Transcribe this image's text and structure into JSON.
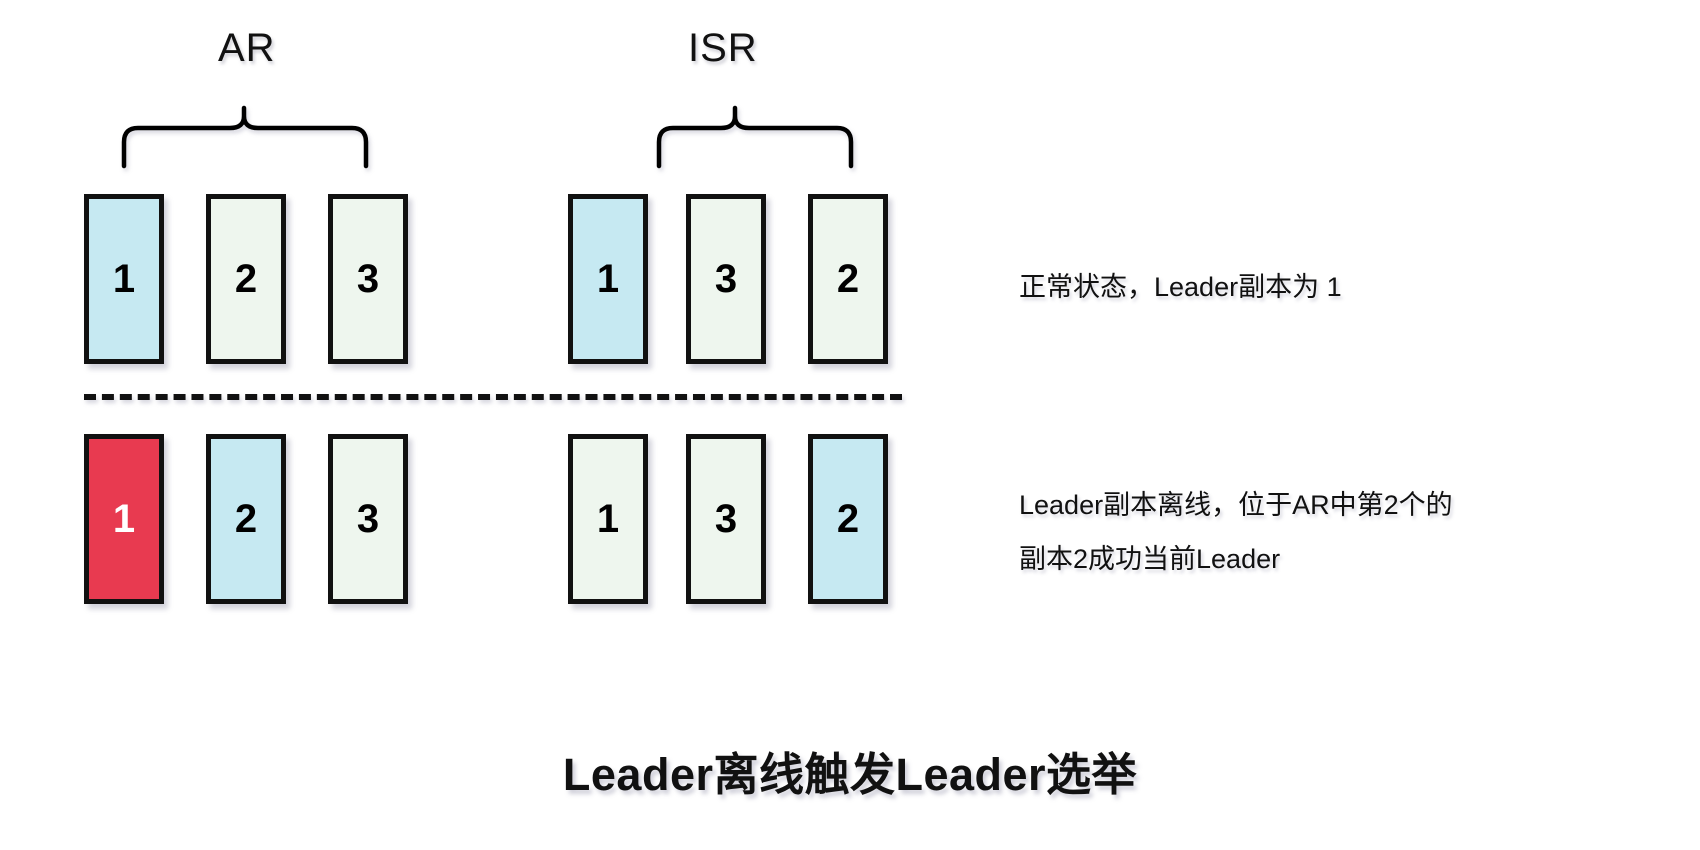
{
  "groups": [
    {
      "id": "ar",
      "label": "AR"
    },
    {
      "id": "isr",
      "label": "ISR"
    }
  ],
  "rows": [
    {
      "id": "normal-state",
      "ar": [
        {
          "value": "1",
          "state": "leader"
        },
        {
          "value": "2",
          "state": "follower"
        },
        {
          "value": "3",
          "state": "follower"
        }
      ],
      "isr": [
        {
          "value": "1",
          "state": "leader"
        },
        {
          "value": "3",
          "state": "follower"
        },
        {
          "value": "2",
          "state": "follower"
        }
      ],
      "note": "正常状态，Leader副本为 1"
    },
    {
      "id": "leader-offline-state",
      "ar": [
        {
          "value": "1",
          "state": "offline"
        },
        {
          "value": "2",
          "state": "leader"
        },
        {
          "value": "3",
          "state": "follower"
        }
      ],
      "isr": [
        {
          "value": "1",
          "state": "follower"
        },
        {
          "value": "3",
          "state": "follower"
        },
        {
          "value": "2",
          "state": "leader"
        }
      ],
      "note_line1": "Leader副本离线，位于AR中第2个的",
      "note_line2": "副本2成功当前Leader"
    }
  ],
  "title": "Leader离线触发Leader选举",
  "colors": {
    "leader": "#c6e9f2",
    "follower": "#eef6ee",
    "offline": "#e83a50",
    "stroke": "#111111",
    "background": "#ffffff"
  }
}
